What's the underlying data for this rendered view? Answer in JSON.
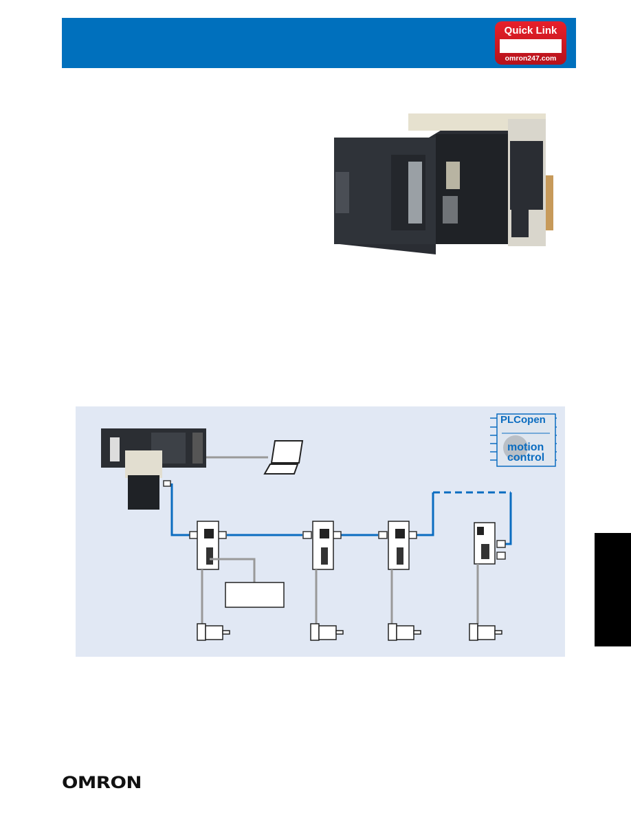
{
  "header": {
    "quick_link": {
      "title": "Quick Link",
      "code": "",
      "url": "omron247.com"
    }
  },
  "diagram": {
    "logo": {
      "line1": "PLCopen",
      "line2": "motion",
      "line3": "control"
    }
  },
  "footer": {
    "brand": "OMRON"
  },
  "colors": {
    "header": "#0070bd",
    "network": "#0a6cc0",
    "panel": "#e1e8f4",
    "quick_link": "#d0161f"
  }
}
